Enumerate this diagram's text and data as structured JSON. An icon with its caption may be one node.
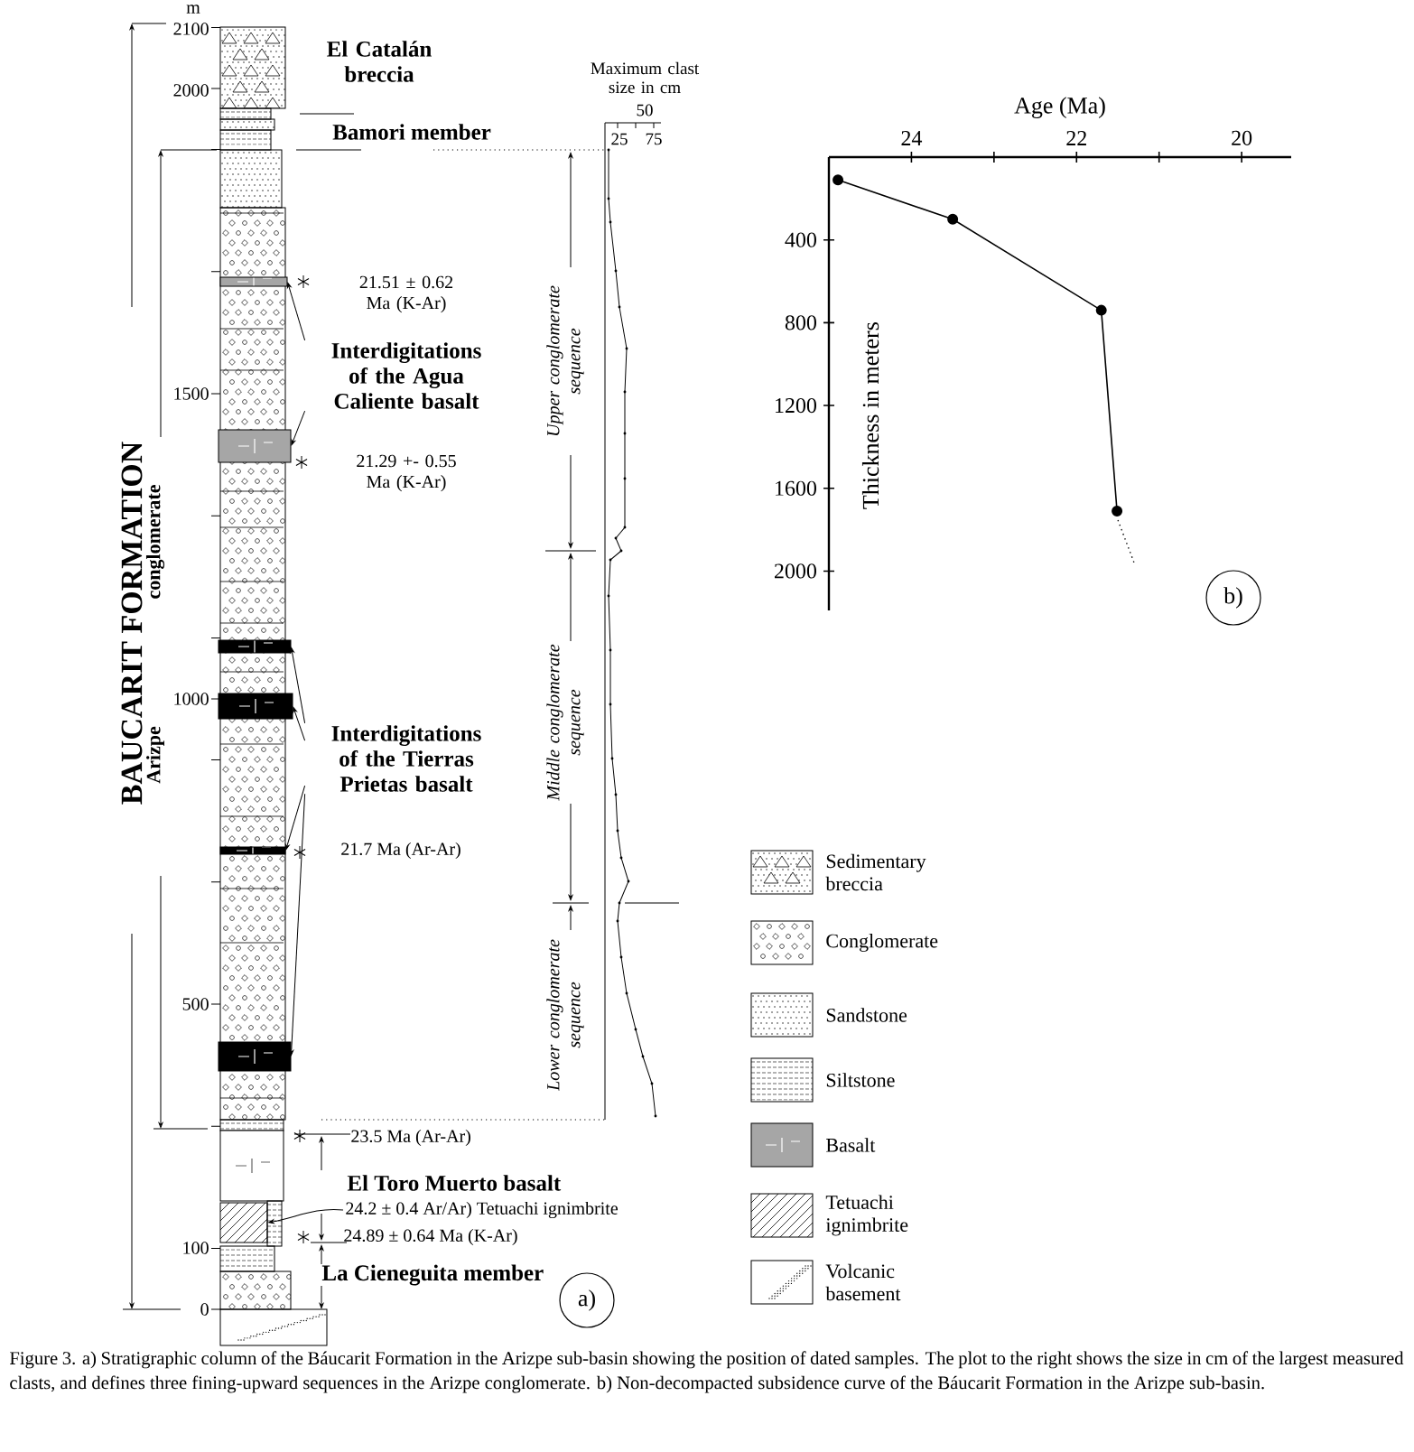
{
  "diagram": {
    "caption": "Figure 3. a) Stratigraphic column of the Báucarit Formation in the Arizpe sub-basin showing the position of dated samples. The plot to the right shows the size in cm of the largest measured clasts, and defines three fining-upward sequences in the Arizpe conglomerate. b) Non-decompacted subsidence curve of the Báucarit Formation in the Arizpe sub-basin.",
    "nodes": [
      {
        "text": [
          "Interdigitations of the Agua Caliente basalt"
        ]
      },
      {
        "text": [],
        "shape": "bar"
      },
      {
        "text": [],
        "shape": "bar"
      },
      {
        "text": [
          "Interdigitations of the Tierras Prietas basalt"
        ]
      },
      {
        "text": [],
        "shape": "bar"
      },
      {
        "text": [],
        "shape": "bar"
      },
      {
        "text": [],
        "shape": "bar"
      },
      {
        "text": [],
        "shape": "bar"
      },
      {
        "text": [
          "24.2 ± 0.4 Ar/Ar) Tetuachi ignimbrite"
        ]
      },
      {
        "text": [],
        "shape": "bar"
      },
      {
        "text": [
          "a)"
        ]
      },
      {
        "text": [
          "b)"
        ]
      }
    ],
    "edges": [
      {
        "from": 0,
        "to": 1,
        "arrow": "to"
      },
      {
        "from": 0,
        "to": 2,
        "arrow": "to"
      },
      {
        "from": 3,
        "to": 4,
        "arrow": "to"
      },
      {
        "from": 3,
        "to": 5,
        "arrow": "to"
      },
      {
        "from": 3,
        "to": 6,
        "arrow": "to"
      },
      {
        "from": 3,
        "to": 7,
        "arrow": "to"
      },
      {
        "from": 8,
        "to": 9,
        "arrow": "to"
      }
    ],
    "labels": [
      "m",
      "2100",
      "2000",
      "1500",
      "1000",
      "500",
      "100",
      "0",
      "El Catalán breccia",
      "Bamori member",
      "Maximum clast size in cm",
      "50",
      "25",
      "75",
      "21.51 ± 0.62 Ma (K-Ar)",
      "BAUCARIT FORMATION",
      "conglomerate",
      "Upper conglomerate sequence",
      "21.29 +- 0.55 Ma (K-Ar)",
      "Middle conglomerate sequence",
      "Arizpe",
      "21.7 Ma (Ar-Ar)",
      "Lower conglomerate sequence",
      "23.5 Ma (Ar-Ar)",
      "El Toro Muerto basalt",
      "24.89 ± 0.64 Ma (K-Ar)",
      "La Cieneguita member"
    ],
    "legend": [
      {
        "text": "Sedimentary breccia"
      },
      {
        "text": "Conglomerate"
      },
      {
        "text": "Sandstone"
      },
      {
        "text": "Siltstone"
      },
      {
        "text": "Basalt"
      },
      {
        "text": "Tetuachi ignimbrite"
      },
      {
        "text": "Volcanic basement"
      }
    ],
    "chart_data": {
      "type": "line",
      "xlabel": "Age (Ma)",
      "ylabel": "Thickness in meters",
      "x": [
        24.89,
        23.5,
        21.7,
        21.51
      ],
      "series": [
        {
          "color": "#000000",
          "marker": "circle",
          "values": [
            110,
            300,
            740,
            1710
          ]
        }
      ],
      "xlim": [
        25.0,
        19.4
      ],
      "ylim": [
        2190,
        0
      ],
      "xticks": [
        24,
        22,
        20
      ],
      "yticks": [
        400,
        800,
        1200,
        1600,
        2000
      ]
    }
  }
}
